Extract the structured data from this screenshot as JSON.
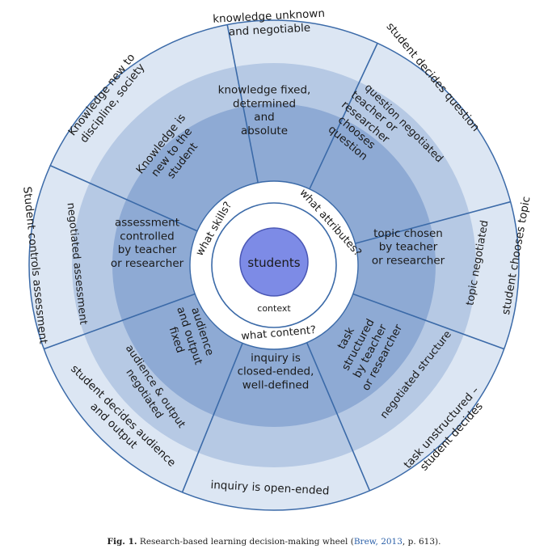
{
  "center": {
    "label": "students",
    "sub": "context"
  },
  "questions": [
    "what skills?",
    "what attributes?",
    "what content?"
  ],
  "segments": [
    {
      "inner": [
        "knowledge fixed,",
        "determined",
        "and",
        "absolute"
      ],
      "middle": "",
      "outer": [
        "knowledge unknown",
        "and negotiable"
      ]
    },
    {
      "inner": [
        "teacher or",
        "researcher",
        "chooses",
        "question"
      ],
      "middle": "question negotiated",
      "outer": [
        "student decides question"
      ]
    },
    {
      "inner": [
        "topic chosen",
        "by teacher",
        "or researcher"
      ],
      "middle": "topic negotiated",
      "outer": [
        "student chooses topic"
      ]
    },
    {
      "inner": [
        "task",
        "structured",
        "by teacher",
        "or researcher"
      ],
      "middle": "negotiated structure",
      "outer": [
        "task unstructured –",
        "student decides"
      ]
    },
    {
      "inner": [
        "inquiry is",
        "closed-ended,",
        "well-defined"
      ],
      "middle": "",
      "outer": [
        "inquiry is open-ended"
      ]
    },
    {
      "inner": [
        "audience",
        "and output",
        "fixed"
      ],
      "middle": "audience  & output negotiated",
      "outer": [
        "student decides audience",
        "and output"
      ]
    },
    {
      "inner": [
        "assessment",
        "controlled",
        "by teacher",
        "or researcher"
      ],
      "middle": "negotiated assessment",
      "outer": [
        "Student controls assessment"
      ]
    },
    {
      "inner": [
        "Knowledge is",
        "new to the",
        "student"
      ],
      "middle": "",
      "outer": [
        "Knowledge new to",
        "discipline, society"
      ]
    }
  ],
  "caption": {
    "fig": "Fig. 1.",
    "text": " Research-based learning decision-making wheel (",
    "cite": "Brew, 2013",
    "tail": ", p. 613)."
  },
  "colors": {
    "outer_ring": "#dce6f3",
    "middle_ring": "#b6c9e4",
    "inner_ring": "#8eaad4",
    "hub": "#ffffff",
    "center_circle": "#7d8be6",
    "spoke": "#3b6aa8"
  }
}
